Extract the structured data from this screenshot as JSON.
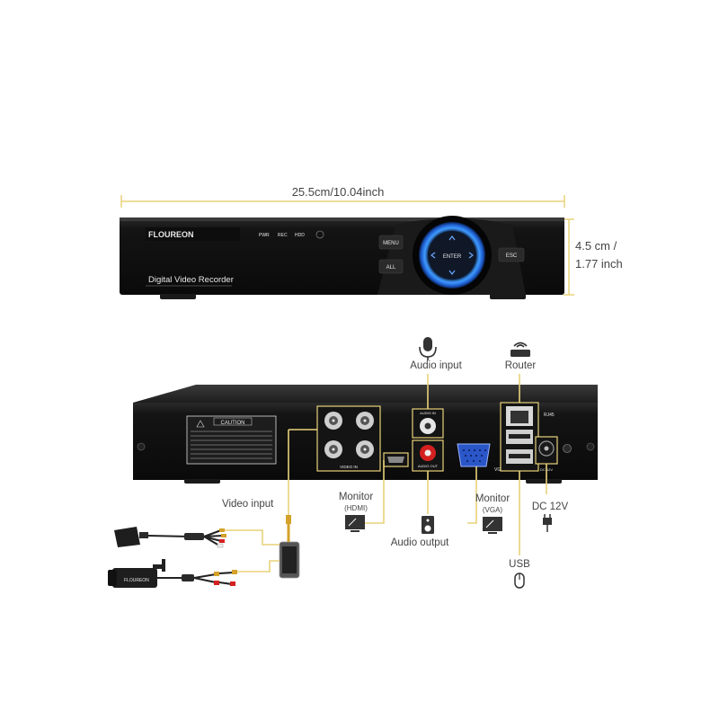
{
  "dimensions": {
    "width_label": "25.5cm/10.04inch",
    "height_label_1": "4.5 cm /",
    "height_label_2": "1.77 inch"
  },
  "front_panel": {
    "brand": "FLOUREON",
    "indicators": [
      "PWR",
      "REC",
      "HDD"
    ],
    "product_name": "Digital Video Recorder",
    "buttons": {
      "menu": "MENU",
      "all": "ALL",
      "enter": "ENTER",
      "esc": "ESC"
    }
  },
  "rear_panel": {
    "caution_title": "CAUTION",
    "video_in_label": "VIDEO IN",
    "audio_in_label": "AUDIO IN",
    "audio_out_label": "AUDIO OUT",
    "vga_label": "VGA",
    "rj45_label": "RJ45",
    "dc_label": "DC 12V"
  },
  "callouts": {
    "audio_input": "Audio input",
    "router": "Router",
    "video_input": "Video input",
    "monitor_hdmi": "Monitor",
    "monitor_hdmi_sub": "(HDMI)",
    "monitor_vga": "Monitor",
    "monitor_vga_sub": "(VGA)",
    "audio_output": "Audio output",
    "dc_power": "DC 12V",
    "usb": "USB"
  },
  "camera": {
    "brand": "FLOUREON"
  },
  "colors": {
    "accent_line": "#e8d27a",
    "device_body": "#111111",
    "blue_ring": "#2a7fff"
  }
}
